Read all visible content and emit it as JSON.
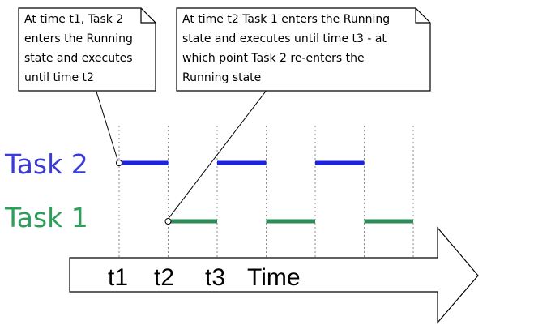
{
  "callouts": [
    {
      "lines": [
        "At time t1, Task 2",
        "enters the Running",
        "state and executes",
        "until time t2"
      ]
    },
    {
      "lines": [
        "At time t2 Task 1 enters the Running",
        "state and executes until time t3 - at",
        "which point Task 2 re-enters the",
        "Running state"
      ]
    }
  ],
  "tasks": [
    {
      "label": "Task 2",
      "color": "#3b3bd6",
      "bar_color": "#1a22e6",
      "segments": [
        [
          0,
          1
        ],
        [
          2,
          3
        ],
        [
          4,
          5
        ]
      ],
      "marker_at": 0
    },
    {
      "label": "Task 1",
      "color": "#2f9e5b",
      "bar_color": "#2e8b57",
      "segments": [
        [
          1,
          2
        ],
        [
          3,
          4
        ],
        [
          5,
          6
        ]
      ],
      "marker_at": 1
    }
  ],
  "axis": {
    "labels": [
      "t1",
      "t2",
      "t3"
    ],
    "title": "Time"
  }
}
